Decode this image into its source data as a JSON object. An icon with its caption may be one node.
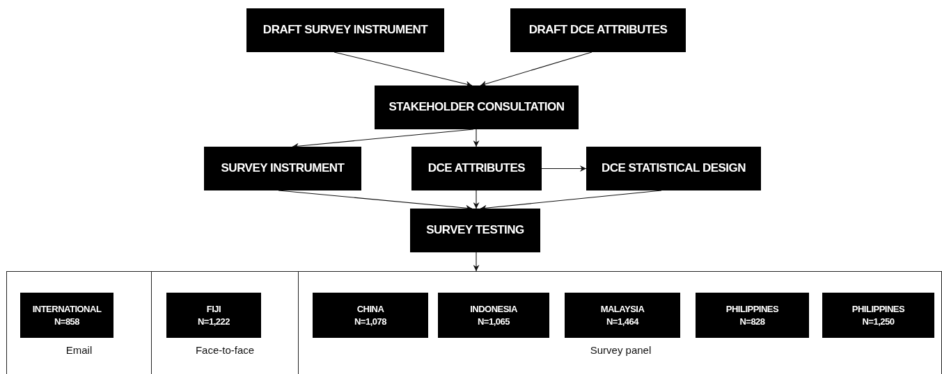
{
  "diagram": {
    "nodes": [
      {
        "text": [
          "DRAFT SURVEY INSTRUMENT"
        ]
      },
      {
        "text": [
          "DRAFT DCE ATTRIBUTES"
        ]
      },
      {
        "text": [
          "STAKEHOLDER CONSULTATION"
        ]
      },
      {
        "text": [
          "SURVEY INSTRUMENT"
        ]
      },
      {
        "text": [
          "DCE ATTRIBUTES"
        ]
      },
      {
        "text": [
          "DCE STATISTICAL DESIGN"
        ]
      },
      {
        "text": [
          "SURVEY TESTING"
        ]
      },
      {
        "text": [],
        "shape": "box"
      },
      {
        "text": [
          "Email"
        ],
        "in": 7
      },
      {
        "text": [
          "INTERNATIONAL",
          "N=858"
        ],
        "in": 8
      },
      {
        "text": [
          "Face-to-face"
        ],
        "in": 7
      },
      {
        "text": [
          "FIJI",
          "N=1,222"
        ],
        "in": 10
      },
      {
        "text": [
          "Survey panel"
        ],
        "in": 7
      },
      {
        "text": [
          "CHINA",
          "N=1,078"
        ],
        "in": 12
      },
      {
        "text": [
          "INDONESIA",
          "N=1,065"
        ],
        "in": 12
      },
      {
        "text": [
          "MALAYSIA",
          "N=1,464"
        ],
        "in": 12
      },
      {
        "text": [
          "PHILIPPINES",
          "N=828"
        ],
        "in": 12
      },
      {
        "text": [
          "PHILIPPINES",
          "N=1,250"
        ],
        "in": 12
      }
    ],
    "edges": [
      {
        "from": 0,
        "to": 2,
        "arrow": "to"
      },
      {
        "from": 1,
        "to": 2,
        "arrow": "to"
      },
      {
        "from": 2,
        "to": 3,
        "arrow": "to"
      },
      {
        "from": 2,
        "to": 4,
        "arrow": "to"
      },
      {
        "from": 4,
        "to": 5,
        "arrow": "to"
      },
      {
        "from": 3,
        "to": 6,
        "arrow": "to"
      },
      {
        "from": 4,
        "to": 6,
        "arrow": "to"
      },
      {
        "from": 5,
        "to": 6,
        "arrow": "to"
      },
      {
        "from": 6,
        "to": 7,
        "arrow": "to"
      }
    ]
  }
}
